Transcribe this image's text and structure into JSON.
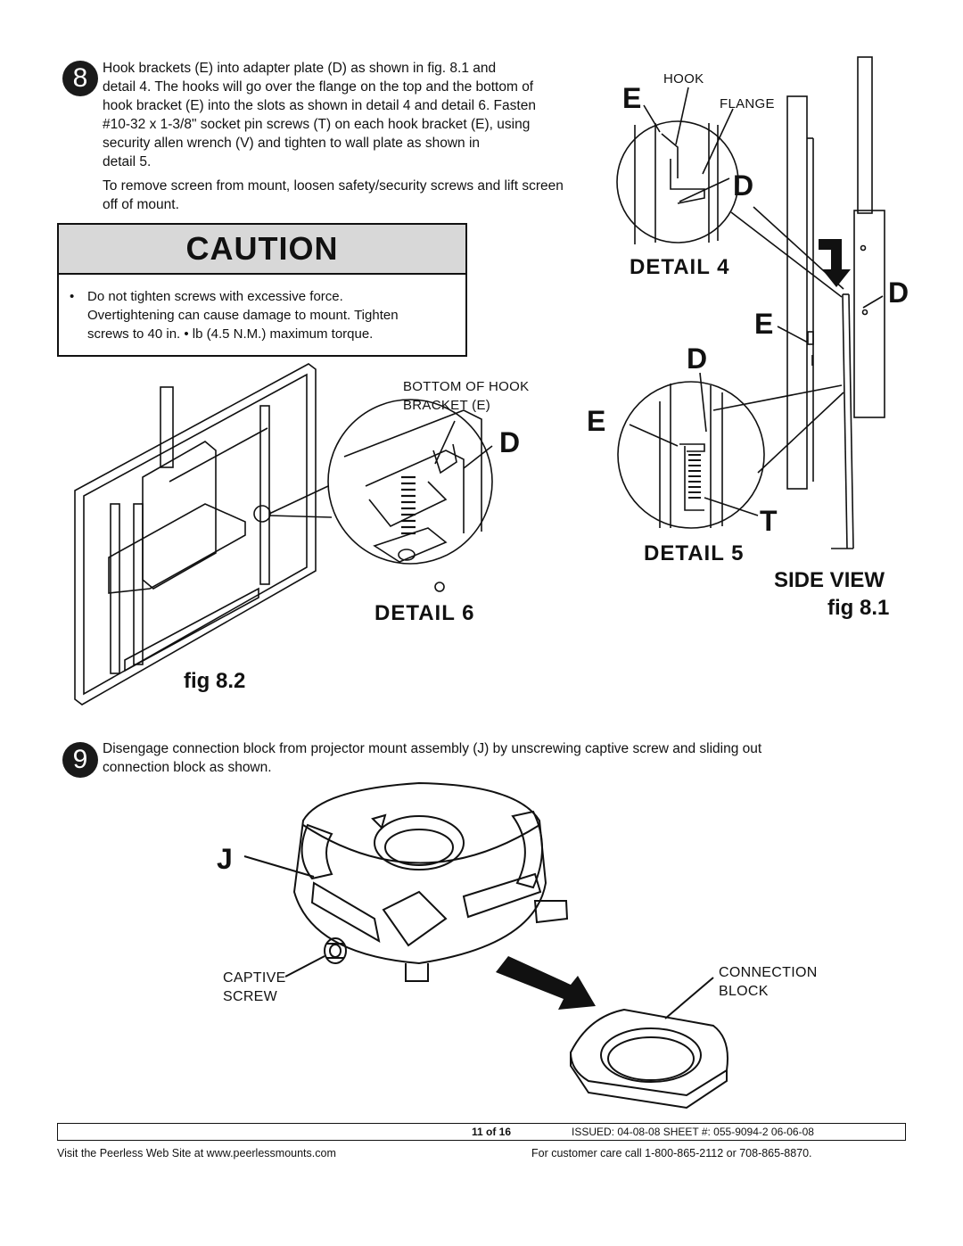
{
  "step8": {
    "number": "8",
    "text_lines": [
      "Hook brackets (E) into adapter plate (D) as shown in fig. 8.1 and",
      "detail 4. The hooks will go over the flange on the top and the bottom of",
      "hook bracket (E) into the slots as shown in detail 4 and detail 6. Fasten",
      "#10-32 x 1-3/8\" socket pin screws (T) on each hook bracket (E), using",
      "security allen wrench (V) and  tighten to wall plate as shown in",
      "detail 5."
    ],
    "remove_lines": [
      "To remove screen from mount, loosen safety/security screws and lift screen",
      "off of mount."
    ]
  },
  "caution": {
    "title": "CAUTION",
    "bullet": "•",
    "lines": [
      "Do not tighten screws with excessive force.",
      "Overtightening can cause damage to mount. Tighten",
      "screws to 40 in. • lb (4.5 N.M.) maximum torque."
    ]
  },
  "fig81": {
    "label_hook": "HOOK",
    "label_flange": "FLANGE",
    "letter_e_top": "E",
    "letter_d_top": "D",
    "detail4": "DETAIL  4",
    "letter_d_right": "D",
    "letter_e_right": "E",
    "letter_d_mid": "D",
    "letter_e_mid": "E",
    "letter_t": "T",
    "detail5": "DETAIL  5",
    "side_view": "SIDE  VIEW",
    "fig_label": "fig  8.1"
  },
  "fig82": {
    "label_bottom_1": "BOTTOM OF HOOK",
    "label_bottom_2": "BRACKET (E)",
    "letter_d": "D",
    "detail6": "DETAIL  6",
    "fig_label": "fig  8.2"
  },
  "step9": {
    "number": "9",
    "text_lines": [
      "Disengage connection block from projector mount assembly (J) by unscrewing captive screw and sliding out",
      "connection block as shown."
    ],
    "letter_j": "J",
    "label_captive_1": "CAPTIVE",
    "label_captive_2": "SCREW",
    "label_conn_1": "CONNECTION",
    "label_conn_2": "BLOCK"
  },
  "footer": {
    "page": "11 of 16",
    "issued": "ISSUED: 04-08-08  SHEET #: 055-9094-2  06-06-08",
    "website": "Visit  the  Peerless  Web  Site  at  www.peerlessmounts.com",
    "care": "For  customer  care  call  1-800-865-2112  or  708-865-8870."
  }
}
